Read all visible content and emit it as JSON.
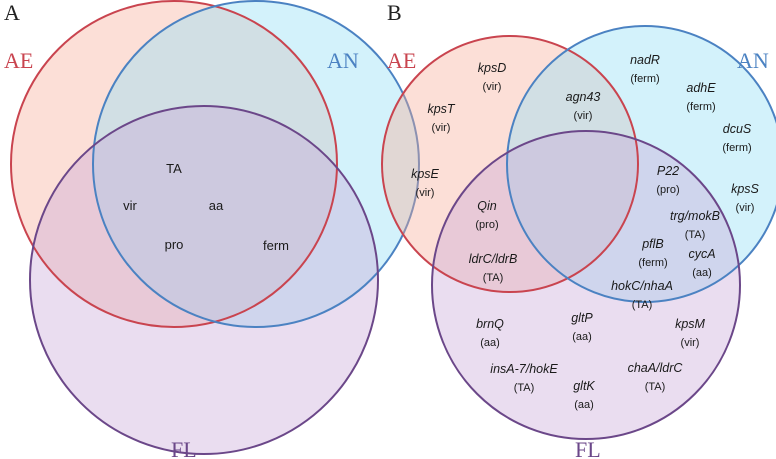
{
  "colors": {
    "AE": "#c9444f",
    "AN": "#4b82c2",
    "FL": "#6b4789",
    "AE_fill": "rgba(247,170,150,0.38)",
    "AN_fill": "rgba(150,225,245,0.42)",
    "FL_fill": "rgba(200,165,215,0.38)"
  },
  "panelA": {
    "label": "A",
    "sets": {
      "AE": "AE",
      "AN": "AN",
      "FL": "FL"
    },
    "categories": [
      "TA",
      "vir",
      "aa",
      "pro",
      "ferm"
    ]
  },
  "panelB": {
    "label": "B",
    "sets": {
      "AE": "AE",
      "AN": "AN",
      "FL": "FL"
    },
    "genes": [
      {
        "gene": "kpsD",
        "cat": "(vir)"
      },
      {
        "gene": "kpsT",
        "cat": "(vir)"
      },
      {
        "gene": "kpsE",
        "cat": "(vir)"
      },
      {
        "gene": "agn43",
        "cat": "(vir)"
      },
      {
        "gene": "nadR",
        "cat": "(ferm)"
      },
      {
        "gene": "adhE",
        "cat": "(ferm)"
      },
      {
        "gene": "dcuS",
        "cat": "(ferm)"
      },
      {
        "gene": "kpsS",
        "cat": "(vir)"
      },
      {
        "gene": "P22",
        "cat": "(pro)"
      },
      {
        "gene": "Qin",
        "cat": "(pro)"
      },
      {
        "gene": "trg/mokB",
        "cat": "(TA)"
      },
      {
        "gene": "pflB",
        "cat": "(ferm)"
      },
      {
        "gene": "cycA",
        "cat": "(aa)"
      },
      {
        "gene": "ldrC/ldrB",
        "cat": "(TA)"
      },
      {
        "gene": "hokC/nhaA",
        "cat": "(TA)"
      },
      {
        "gene": "brnQ",
        "cat": "(aa)"
      },
      {
        "gene": "gltP",
        "cat": "(aa)"
      },
      {
        "gene": "kpsM",
        "cat": "(vir)"
      },
      {
        "gene": "insA-7/hokE",
        "cat": "(TA)"
      },
      {
        "gene": "gltK",
        "cat": "(aa)"
      },
      {
        "gene": "chaA/ldrC",
        "cat": "(TA)"
      }
    ]
  }
}
